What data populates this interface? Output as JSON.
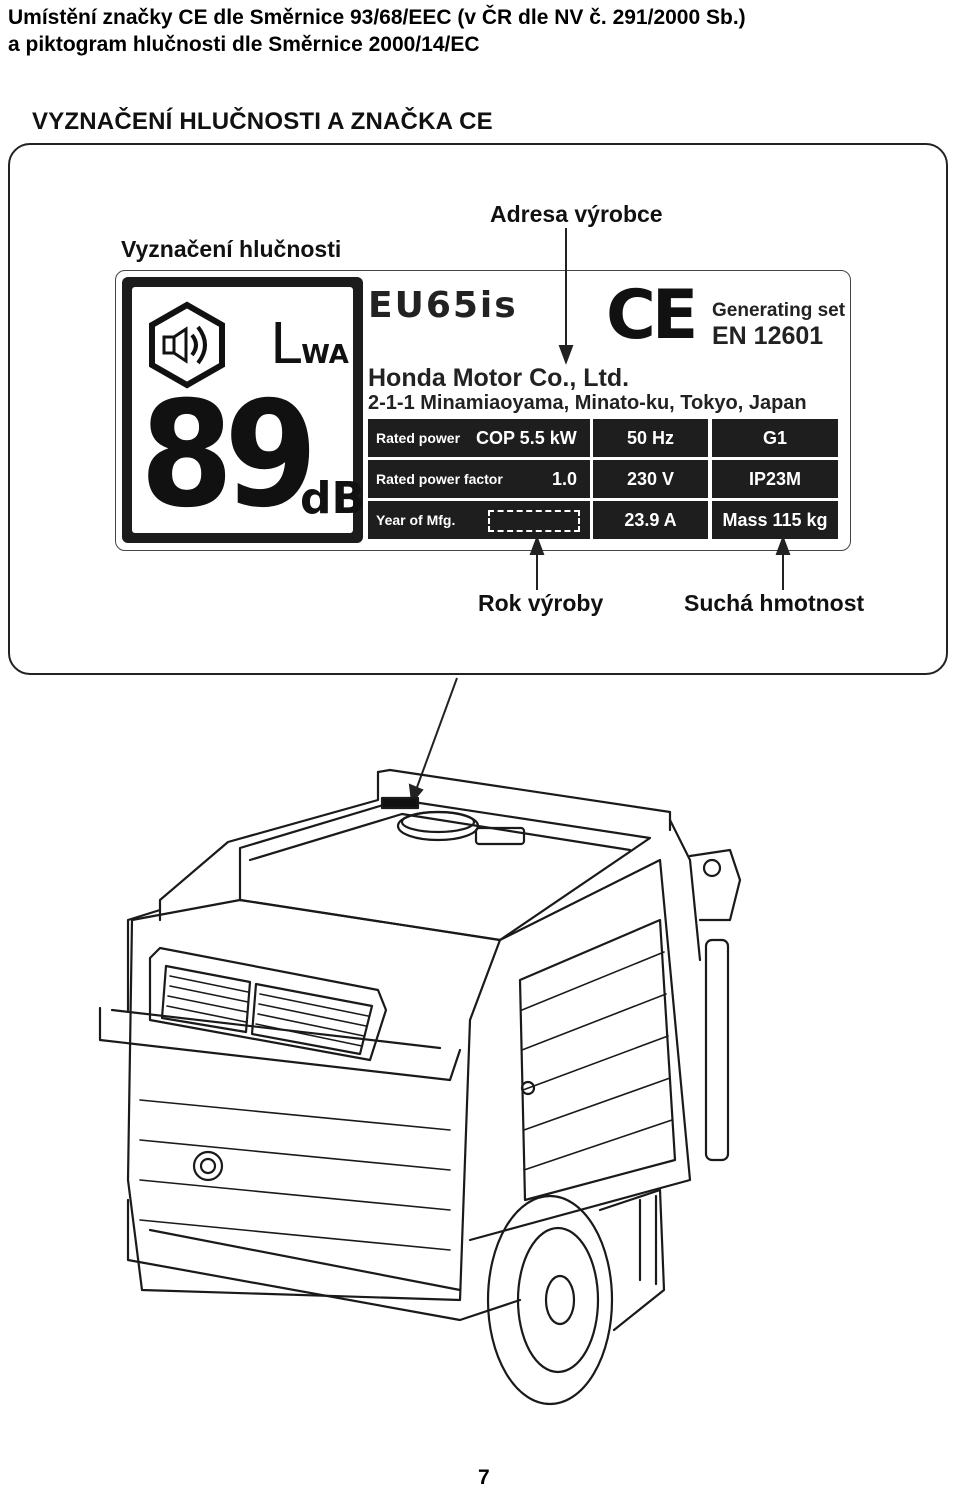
{
  "heading": {
    "line1": "Umístění značky CE dle Směrnice 93/68/EEC (v ČR dle NV č. 291/2000 Sb.)",
    "line2": "a piktogram hlučnosti dle Směrnice 2000/14/EC"
  },
  "section_title": "VYZNAČENÍ HLUČNOSTI A ZNAČKA CE",
  "callouts": {
    "noise_marking": "Vyznačení hlučnosti",
    "manufacturer_address": "Adresa výrobce",
    "year_of_manufacture": "Rok výroby",
    "dry_weight": "Suchá hmotnost"
  },
  "noise_label": {
    "symbol": "L",
    "subscript": "WA",
    "value": "89",
    "unit": "dB"
  },
  "plate": {
    "model": "EU65is",
    "ce_mark": "CE",
    "generating_set": "Generating set",
    "standard": "EN 12601",
    "manufacturer": "Honda Motor Co., Ltd.",
    "address": "2-1-1 Minamiaoyama, Minato-ku, Tokyo, Japan",
    "rated_power_label": "Rated power",
    "rated_power_value": "COP 5.5 kW",
    "frequency": "50 Hz",
    "class": "G1",
    "power_factor_label": "Rated power factor",
    "power_factor_value": "1.0",
    "voltage": "230 V",
    "protection": "IP23M",
    "year_label": "Year of Mfg.",
    "current": "23.9 A",
    "mass": "Mass 115 kg"
  },
  "page_number": "7"
}
